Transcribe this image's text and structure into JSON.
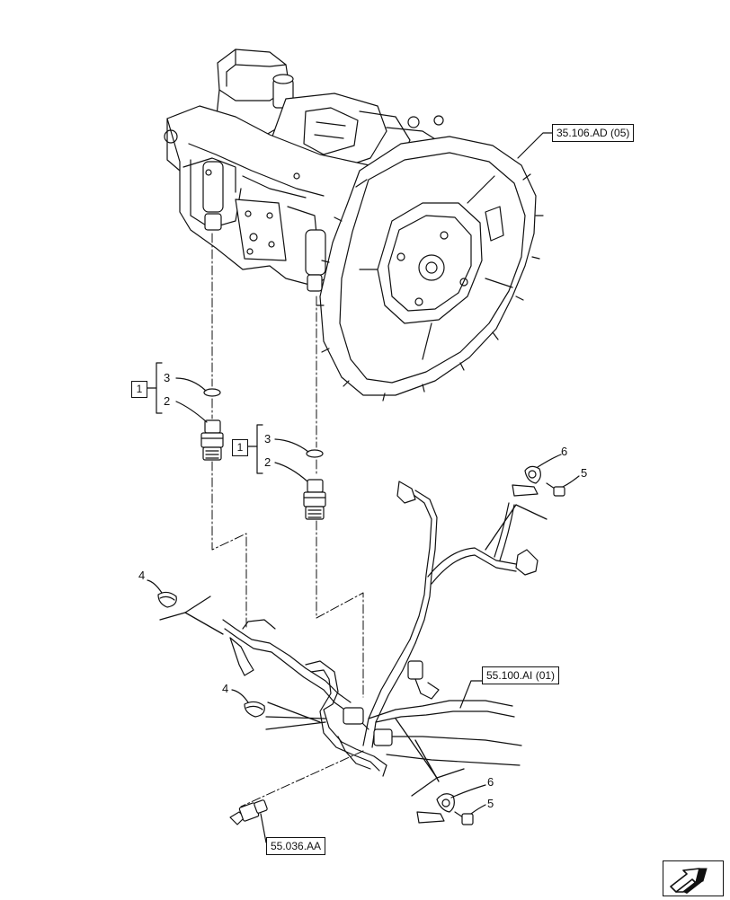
{
  "references": {
    "pump_flange": "35.106.AD (05)",
    "harness": "55.100.AI (01)",
    "sensor": "55.036.AA"
  },
  "callouts": {
    "group_left": "1",
    "group_right": "1",
    "o_ring_left": "3",
    "sensor_left": "2",
    "o_ring_right": "3",
    "sensor_right": "2",
    "seal_upper": "4",
    "seal_lower": "4",
    "clip_upper": "6",
    "bolt_upper": "5",
    "clip_lower": "6",
    "bolt_lower": "5"
  },
  "icons": {
    "navigation": "next-page-arrow-icon"
  }
}
